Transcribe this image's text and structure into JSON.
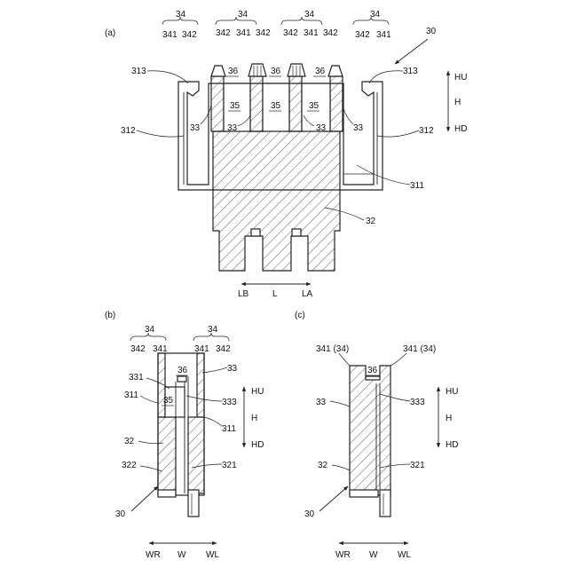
{
  "figure": {
    "panels": {
      "a": {
        "tag": "(a)",
        "groups": [
          "34",
          "34",
          "34",
          "34"
        ],
        "sub": [
          "341",
          "342",
          "342",
          "341",
          "342",
          "342",
          "341",
          "342",
          "342",
          "341"
        ],
        "numbers": {
          "n30": "30",
          "n313": "313",
          "n36": "36",
          "n35": "35",
          "n33": "33",
          "n312": "312",
          "n311": "311",
          "n32": "32"
        },
        "axis_v": {
          "top": "HU",
          "mid": "H",
          "bottom": "HD"
        },
        "axis_h": {
          "left": "LB",
          "mid": "L",
          "right": "LA"
        }
      },
      "b": {
        "tag": "(b)",
        "groups": [
          "34",
          "34"
        ],
        "sub": [
          "342",
          "341",
          "341",
          "342"
        ],
        "numbers": {
          "n36": "36",
          "n33": "33",
          "n331": "331",
          "n333": "333",
          "n311": "311",
          "n35": "35",
          "n32": "32",
          "n322": "322",
          "n321": "321",
          "n30": "30"
        },
        "axis_v": {
          "top": "HU",
          "mid": "H",
          "bottom": "HD"
        },
        "axis_h": {
          "left": "WR",
          "mid": "W",
          "right": "WL"
        }
      },
      "c": {
        "tag": "(c)",
        "top_left": "341 (34)",
        "top_right": "341 (34)",
        "numbers": {
          "n36": "36",
          "n33": "33",
          "n333": "333",
          "n32": "32",
          "n321": "321",
          "n30": "30"
        },
        "axis_v": {
          "top": "HU",
          "mid": "H",
          "bottom": "HD"
        },
        "axis_h": {
          "left": "WR",
          "mid": "W",
          "right": "WL"
        }
      }
    }
  }
}
